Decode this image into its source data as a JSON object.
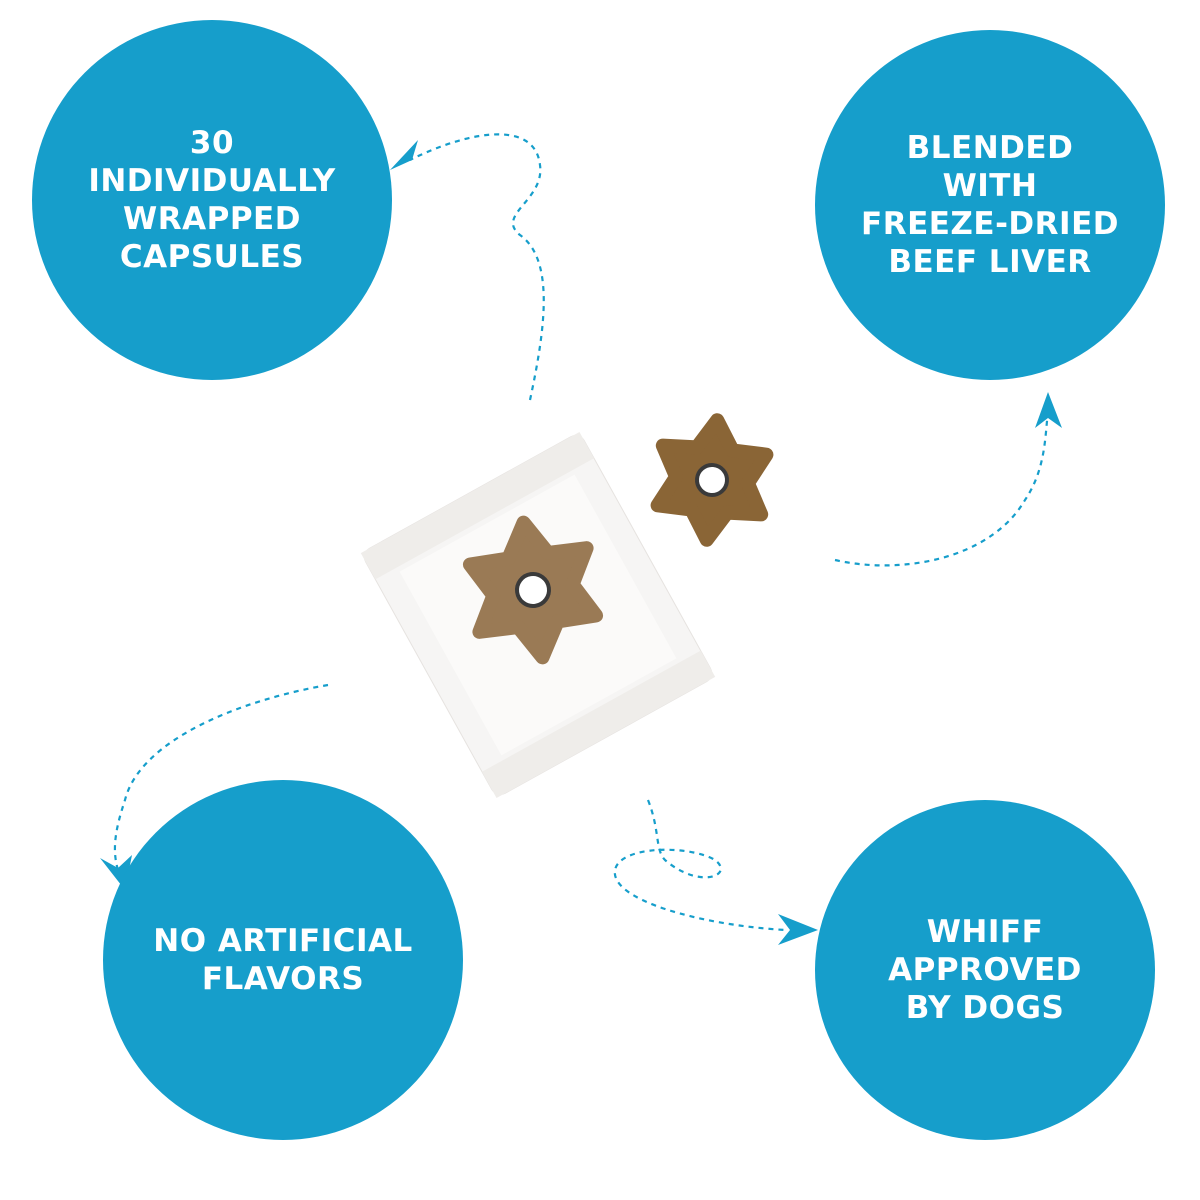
{
  "features": {
    "top_left": {
      "lines": [
        "30",
        "INDIVIDUALLY",
        "WRAPPED",
        "CAPSULES"
      ]
    },
    "top_right": {
      "lines": [
        "BLENDED",
        "WITH",
        "FREEZE-DRIED",
        "BEEF LIVER"
      ]
    },
    "bottom_left": {
      "lines": [
        "NO ARTIFICIAL",
        "FLAVORS"
      ]
    },
    "bottom_right": {
      "lines": [
        "WHIFF",
        "APPROVED",
        "BY DOGS"
      ]
    }
  },
  "colors": {
    "accent": "#169ecb",
    "treat": "#9a7a55",
    "treat_dark": "#8a6536"
  }
}
